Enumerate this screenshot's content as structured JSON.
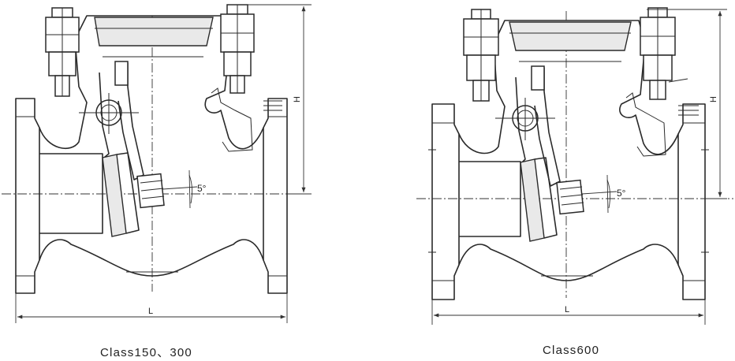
{
  "views": [
    {
      "id": "left",
      "caption": "Class150、300",
      "length_label": "L",
      "height_label": "H",
      "angle_label": "5°"
    },
    {
      "id": "right",
      "caption": "Class600",
      "length_label": "L",
      "height_label": "H",
      "angle_label": "5°"
    }
  ]
}
